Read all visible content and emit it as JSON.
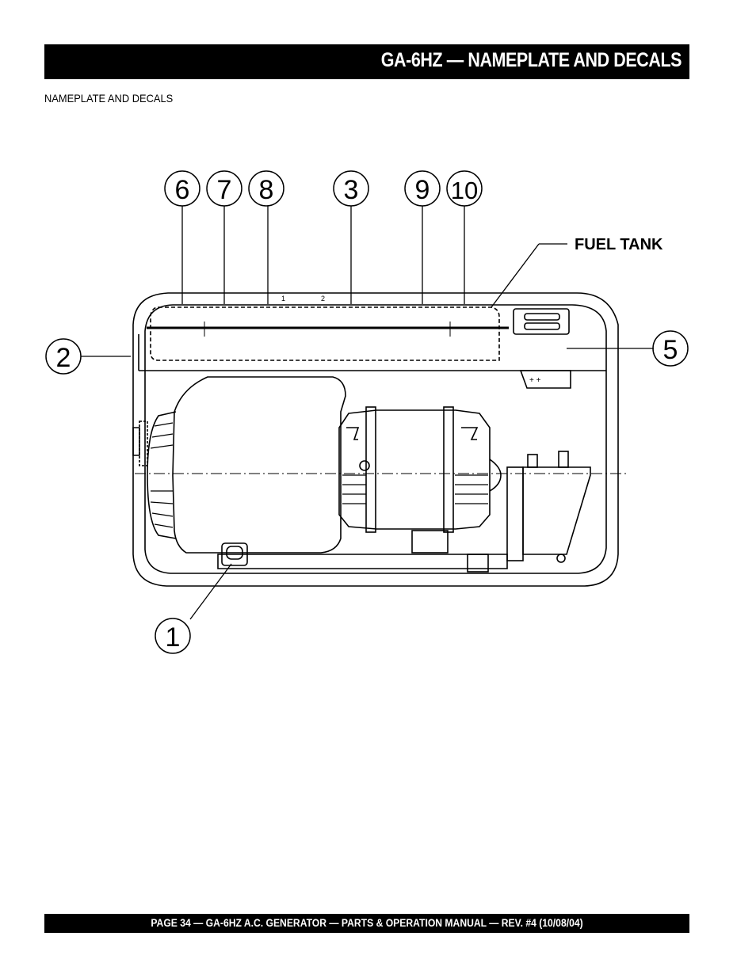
{
  "header": {
    "title": "GA-6HZ — NAMEPLATE AND DECALS"
  },
  "section": {
    "label": "NAMEPLATE  AND DECALS"
  },
  "diagram": {
    "callouts": [
      "6",
      "7",
      "8",
      "3",
      "9",
      "10",
      "2",
      "5",
      "1"
    ],
    "fuel_tank_label": "FUEL TANK",
    "tank_marks": [
      "1",
      "2"
    ]
  },
  "footer": {
    "text": "PAGE 34 — GA-6HZ A.C. GENERATOR — PARTS & OPERATION MANUAL — REV. #4 (10/08/04)"
  }
}
